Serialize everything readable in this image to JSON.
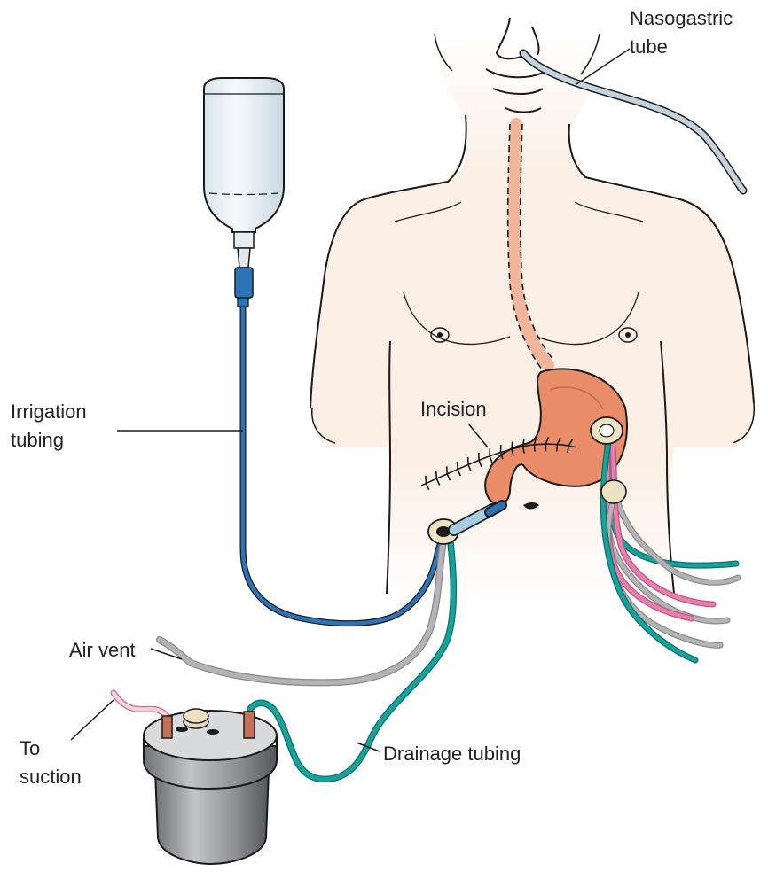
{
  "labels": {
    "nasogastric": [
      "Nasogastric",
      "tube"
    ],
    "irrigation": [
      "Irrigation",
      "tubing"
    ],
    "incision": "Incision",
    "air_vent": "Air vent",
    "to_suction": [
      "To",
      "suction"
    ],
    "drainage": "Drainage tubing"
  },
  "colors": {
    "skin": "#fbe9dc",
    "outline": "#1a1a1a",
    "stomach": "#e98c68",
    "esophagus": "#f1b69b",
    "irrigation_tube": "#2b74b8",
    "drainage_tube": "#17a29c",
    "vent_tube": "#b4b4b4",
    "pink_tube": "#ec7eae",
    "ng_tube": "#c3d3dd",
    "canister": "#8d8f92"
  }
}
